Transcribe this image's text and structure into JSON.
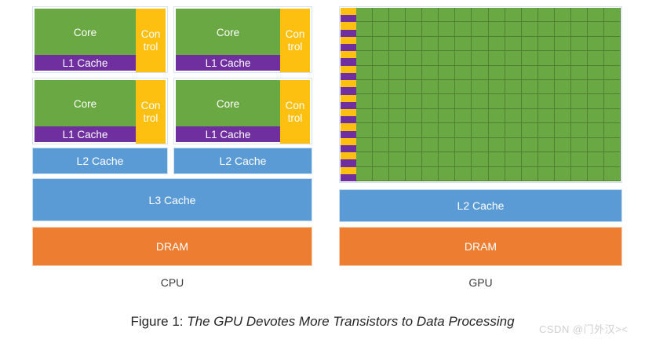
{
  "figure": {
    "caption_prefix": "Figure 1:",
    "caption_title": "The GPU Devotes More Transistors to Data Processing",
    "watermark": "CSDN @门外汉><"
  },
  "colors": {
    "core_green": "#6aa844",
    "grid_line_green": "#4f8132",
    "control_yellow": "#fdc010",
    "l1_purple": "#6f2f9f",
    "cache_blue": "#5b9bd5",
    "dram_orange": "#ed7d31",
    "label_text": "#3b3b3b",
    "caption_text": "#262626",
    "watermark_text": "#cfcfcf",
    "block_outline": "#d5e2f0"
  },
  "cpu": {
    "label": "CPU",
    "cores": [
      {
        "core_label": "Core",
        "control_label": "Con\ntrol",
        "l1_label": "L1 Cache"
      },
      {
        "core_label": "Core",
        "control_label": "Con\ntrol",
        "l1_label": "L1 Cache"
      },
      {
        "core_label": "Core",
        "control_label": "Con\ntrol",
        "l1_label": "L1 Cache"
      },
      {
        "core_label": "Core",
        "control_label": "Con\ntrol",
        "l1_label": "L1 Cache"
      }
    ],
    "l2_left_label": "L2 Cache",
    "l2_right_label": "L2 Cache",
    "l3_label": "L3 Cache",
    "dram_label": "DRAM"
  },
  "gpu": {
    "label": "GPU",
    "grid": {
      "rows": 12,
      "green_columns": 16,
      "left_column_cells": 12,
      "left_cell_top_color": "#fdc010",
      "left_cell_bottom_color": "#6f2f9f",
      "cell_color": "#6aa844"
    },
    "l2_label": "L2 Cache",
    "dram_label": "DRAM"
  }
}
